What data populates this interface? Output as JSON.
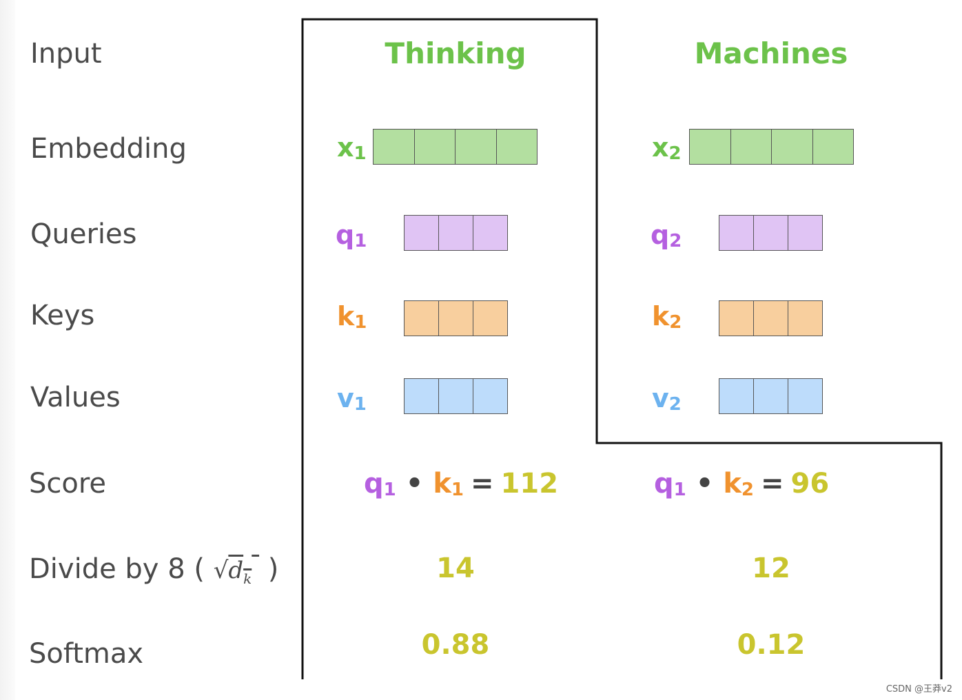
{
  "rows": {
    "input": "Input",
    "embedding": "Embedding",
    "queries": "Queries",
    "keys": "Keys",
    "values": "Values",
    "score": "Score",
    "divide": "Divide by 8 (",
    "divide_close": ")",
    "softmax": "Softmax"
  },
  "sqrt_expr": {
    "radical": "√",
    "d": "d",
    "sub": "k"
  },
  "words": [
    {
      "text": "Thinking",
      "x_label": "x",
      "x_sub": "1",
      "q_label": "q",
      "q_sub": "1",
      "k_label": "k",
      "k_sub": "1",
      "v_label": "v",
      "v_sub": "1",
      "score": {
        "q": "q",
        "q_sub": "1",
        "dot": "•",
        "k": "k",
        "k_sub": "1",
        "eq": "=",
        "value": "112"
      },
      "divided": "14",
      "softmax": "0.88"
    },
    {
      "text": "Machines",
      "x_label": "x",
      "x_sub": "2",
      "q_label": "q",
      "q_sub": "2",
      "k_label": "k",
      "k_sub": "2",
      "v_label": "v",
      "v_sub": "2",
      "score": {
        "q": "q",
        "q_sub": "1",
        "dot": "•",
        "k": "k",
        "k_sub": "2",
        "eq": "=",
        "value": "96"
      },
      "divided": "12",
      "softmax": "0.12"
    }
  ],
  "colors": {
    "word": "#6cc24a",
    "embedding_fill": "#b3dfa0",
    "query_text": "#b560e0",
    "query_fill": "#e0c4f4",
    "key_text": "#f0922e",
    "key_fill": "#f8cf9e",
    "value_text": "#6cb2ef",
    "value_fill": "#bddcfb",
    "number": "#c9c52e",
    "label": "#4a4a4a"
  },
  "watermark": "CSDN @王莽v2"
}
